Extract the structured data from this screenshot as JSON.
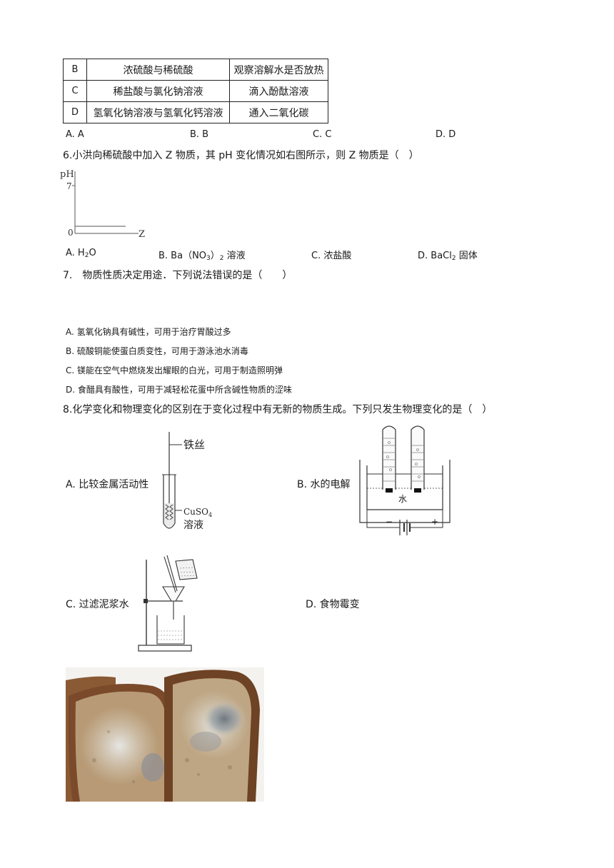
{
  "q5": {
    "rows": [
      {
        "letter": "B",
        "item": "浓硫酸与稀硫酸",
        "method": "观察溶解水是否放热"
      },
      {
        "letter": "C",
        "item": "稀盐酸与氯化钠溶液",
        "method": "滴入酚酞溶液"
      },
      {
        "letter": "D",
        "item": "氢氧化钠溶液与氢氧化钙溶液",
        "method": "通入二氧化碳"
      }
    ],
    "options": [
      "A. A",
      "B. B",
      "C. C",
      "D. D"
    ]
  },
  "q6": {
    "stem": "6.小洪向稀硫酸中加入 Z 物质，其 pH 变化情况如右图所示，则 Z 物质是（　）",
    "graph": {
      "y_label": "pH",
      "y_tick_7": "7",
      "origin": "0",
      "x_label": "Z"
    },
    "options": {
      "a_pre": "A. H",
      "a_sub": "2",
      "a_post": "O",
      "b_pre": "B. Ba（NO",
      "b_sub": "3",
      "b_post": "）",
      "b_sub2": "2",
      "b_end": " 溶液",
      "c": "C. 浓盐酸",
      "d_pre": "D. BaCl",
      "d_sub": "2",
      "d_post": " 固体"
    }
  },
  "q7": {
    "stem": "7.　物质性质决定用途．下列说法错误的是（　　）",
    "options": [
      "A. 氢氧化钠具有碱性，可用于治疗胃酸过多",
      "B. 硫酸铜能使蛋白质变性，可用于游泳池水消毒",
      "C. 镁能在空气中燃烧发出耀眼的白光，可用于制造照明弹",
      "D. 食醋具有酸性，可用于减轻松花蛋中所含碱性物质的涩味"
    ]
  },
  "q8": {
    "stem": "8.化学变化和物理变化的区别在于变化过程中有无新的物质生成。下列只发生物理变化的是（　）",
    "options": [
      "A. 比较金属活动性",
      "B. 水的电解",
      "C. 过滤泥浆水",
      "D. 食物霉变"
    ],
    "fig_a": {
      "wire_label": "铁丝",
      "solution_formula": "CuSO",
      "solution_sub": "4",
      "solution_label": "溶液"
    },
    "fig_b": {
      "water_label": "水",
      "minus": "−",
      "plus": "+"
    }
  }
}
